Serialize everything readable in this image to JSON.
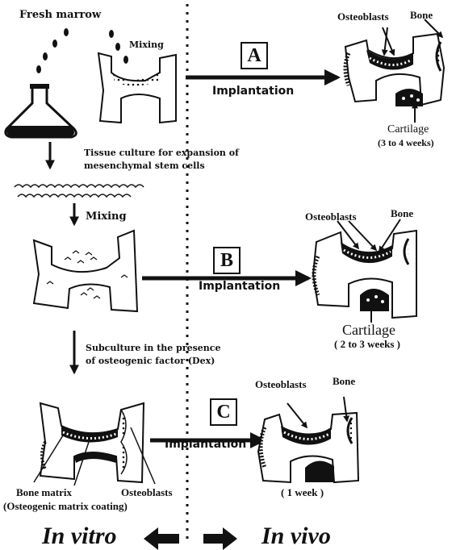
{
  "labels": {
    "fresh_marrow": "Fresh marrow",
    "mixing_top": "Mixing",
    "tissue_culture_line1": "Tissue culture for expansion of",
    "tissue_culture_line2": "mesenchymal stem cells",
    "mixing_mid": "Mixing",
    "subculture_line1": "Subculture in the presence",
    "subculture_line2": "of osteogenic factor (Dex)",
    "bone_matrix_line1": "Bone matrix",
    "bone_matrix_line2": "(Osteogenic matrix coating)",
    "osteoblasts_c_left": "Osteoblasts",
    "in_vitro": "In vitro",
    "in_vivo": "In vivo"
  },
  "panels": [
    {
      "letter": "A",
      "implantation": "Implantation",
      "osteoblasts": "Osteoblasts",
      "bone": "Bone",
      "cartilage": "Cartilage",
      "duration": "(3 to 4 weeks)"
    },
    {
      "letter": "B",
      "implantation": "Implantation",
      "osteoblasts": "Osteoblasts",
      "bone": "Bone",
      "cartilage": "Cartilage",
      "duration": "( 2 to 3 weeks )"
    },
    {
      "letter": "C",
      "implantation": "Implantation",
      "osteoblasts": "Osteoblasts",
      "bone": "Bone",
      "duration": "( 1 week )"
    }
  ],
  "colors": {
    "ink": "#111111",
    "paper": "#ffffff"
  }
}
